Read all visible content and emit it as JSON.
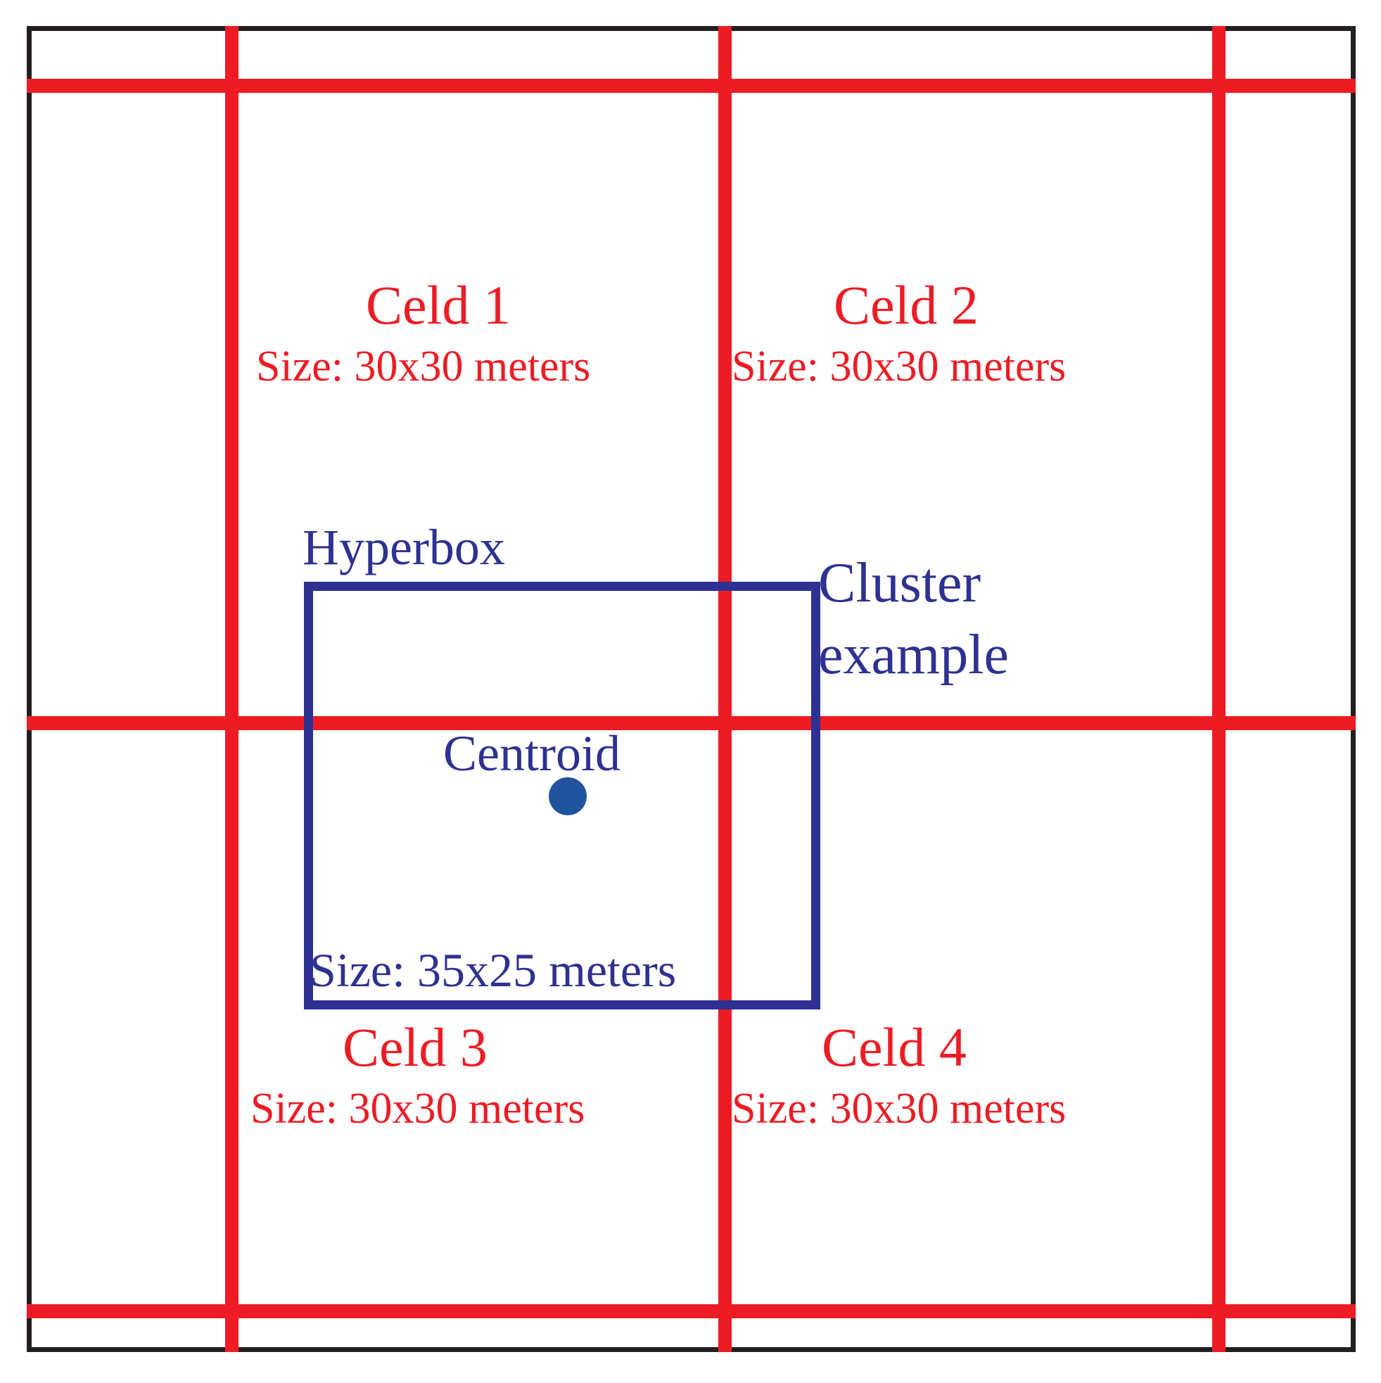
{
  "diagram": {
    "title": "Grid cells with cluster hyperbox example",
    "colors": {
      "grid": "#ED1C24",
      "hyperbox": "#2E3192",
      "centroid": "#20559E",
      "frame": "#231F20",
      "background": "#FFFFFF"
    },
    "cells": [
      {
        "name": "Celd 1",
        "size": "Size: 30x30 meters"
      },
      {
        "name": "Celd 2",
        "size": "Size: 30x30 meters"
      },
      {
        "name": "Celd 3",
        "size": "Size: 30x30 meters"
      },
      {
        "name": "Celd 4",
        "size": "Size: 30x30 meters"
      }
    ],
    "cluster": {
      "hyperbox_label": "Hyperbox",
      "hyperbox_size": "Size: 35x25 meters",
      "centroid_label": "Centroid",
      "cluster_label": "Cluster\nexample"
    }
  }
}
